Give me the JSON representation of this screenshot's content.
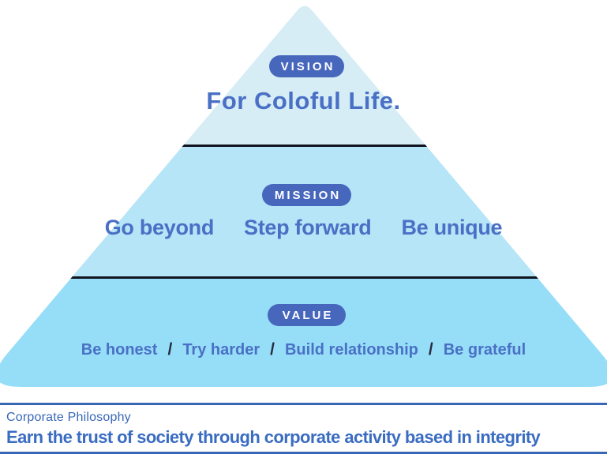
{
  "colors": {
    "tier_vision_fill": "#d6edf5",
    "tier_mission_fill": "#b5e5f7",
    "tier_value_fill": "#96def8",
    "tier_divider_dark": "#111522",
    "badge_blue": "#4767bd",
    "text_blue": "#4a70c5",
    "slash_dark": "#262c42",
    "footer_blue": "#3867b8"
  },
  "pyramid": {
    "vision": {
      "badge": "VISION",
      "statement": "For Coloful Life."
    },
    "mission": {
      "badge": "MISSION",
      "items": [
        "Go beyond",
        "Step forward",
        "Be unique"
      ]
    },
    "value": {
      "badge": "VALUE",
      "items": [
        "Be honest",
        "Try harder",
        "Build relationship",
        "Be grateful"
      ],
      "separator": "/"
    }
  },
  "footer": {
    "label": "Corporate Philosophy",
    "statement": "Earn the trust of society through corporate activity based in integrity"
  }
}
